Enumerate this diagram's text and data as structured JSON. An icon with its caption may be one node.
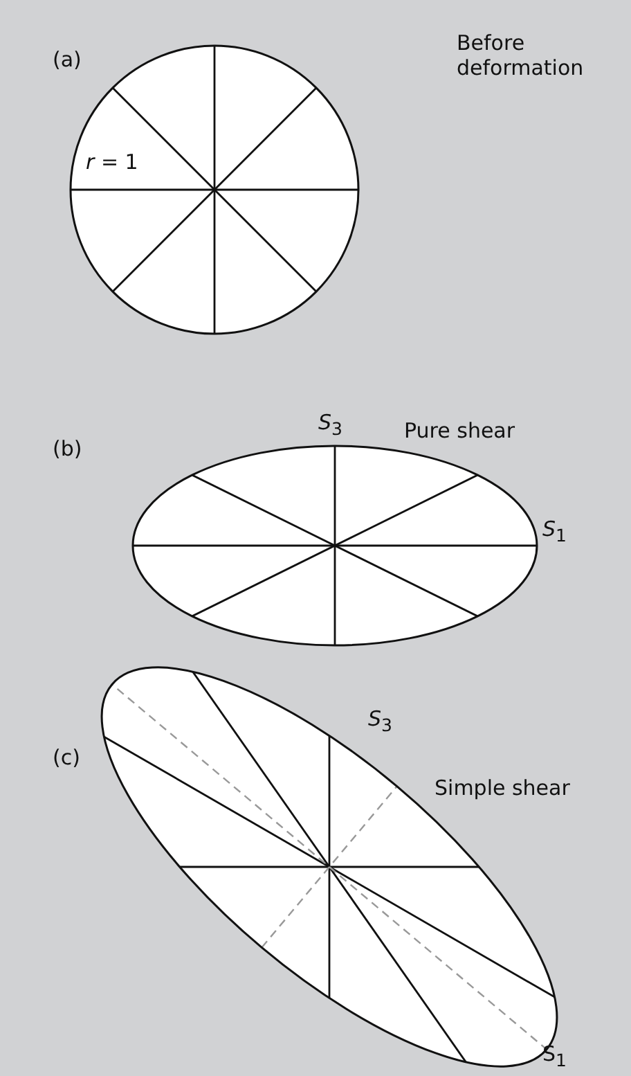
{
  "diagram": {
    "labels": [
      "(a)",
      "Before deformation",
      "*r* = 1",
      "(b)",
      "Pure shear",
      "*S*$_{3}$",
      "*S*$_{1}$",
      "(c)",
      "Simple shear",
      "*S*$_{3}$",
      "S$_{1}$"
    ]
  }
}
